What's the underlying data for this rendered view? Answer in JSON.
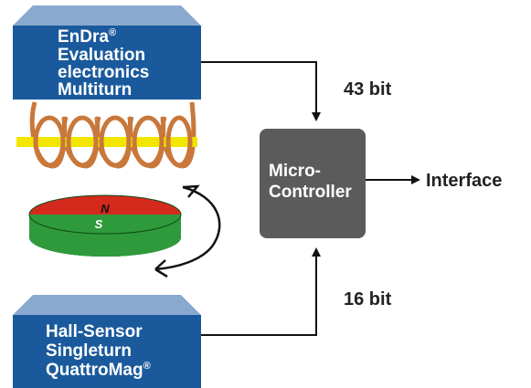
{
  "endra_box": {
    "line1": "EnDra",
    "line1_sup": "®",
    "line2": "Evaluation",
    "line3": "electronics",
    "line4": "Multiturn"
  },
  "hall_box": {
    "line1": "Hall-Sensor",
    "line2": "Singleturn",
    "line3": "QuattroMag",
    "line3_sup": "®"
  },
  "controller": {
    "line1": "Micro-",
    "line2": "Controller"
  },
  "labels": {
    "top_bits": "43 bit",
    "bottom_bits": "16 bit",
    "interface": "Interface"
  },
  "magnet": {
    "north": "N",
    "south": "S"
  },
  "colors": {
    "box_blue": "#1a5a9c",
    "box_top": "#8aa9cf",
    "controller": "#5b5b5b",
    "coil": "#c8783a",
    "rod": "#f2e600",
    "magnet_red": "#d42a1e",
    "magnet_green": "#2e9a3c"
  }
}
